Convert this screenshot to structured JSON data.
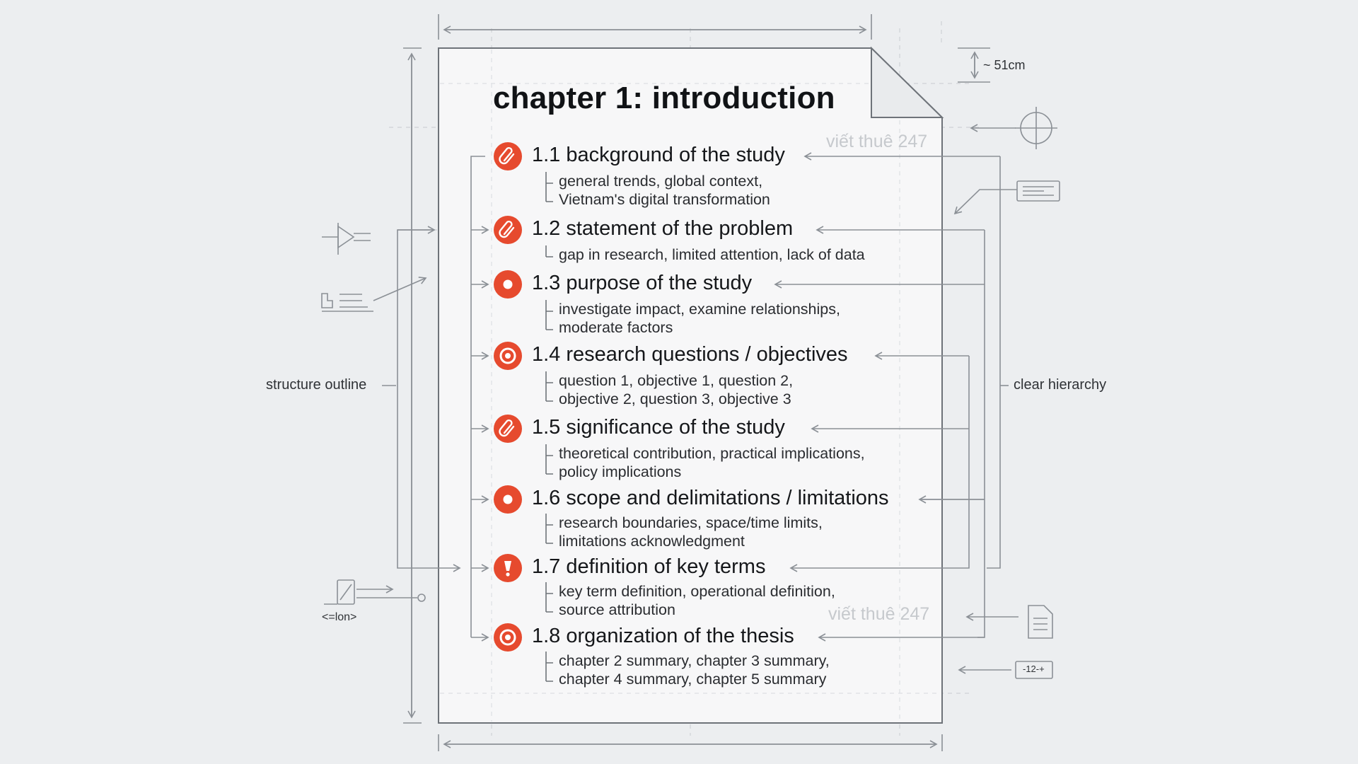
{
  "document": {
    "title": "chapter 1: introduction",
    "sections": [
      {
        "title": "1.1 background of the study",
        "lines": [
          "general trends,  global context,",
          "Vietnam's digital transformation"
        ],
        "icon": "paperclip-icon"
      },
      {
        "title": "1.2 statement of the problem",
        "lines": [
          "gap in research,  limited attention,  lack of data"
        ],
        "icon": "paperclip-icon"
      },
      {
        "title": "1.3 purpose of the study",
        "lines": [
          "investigate impact,  examine relationships,",
          "moderate factors"
        ],
        "icon": "dot-icon"
      },
      {
        "title": "1.4 research questions / objectives",
        "lines": [
          "question 1,   objective 1,   question 2,",
          "objective 2,  question 3,  objective 3"
        ],
        "icon": "target-icon"
      },
      {
        "title": "1.5 significance of the study",
        "lines": [
          "theoretical contribution,  practical implications,",
          "policy implications"
        ],
        "icon": "paperclip-icon"
      },
      {
        "title": "1.6 scope and delimitations / limitations",
        "lines": [
          "research boundaries,  space/time limits,",
          "limitations acknowledgment"
        ],
        "icon": "dot-icon"
      },
      {
        "title": "1.7 definition of key terms",
        "lines": [
          "key term definition,  operational definition,",
          "source attribution"
        ],
        "icon": "exclamation-icon"
      },
      {
        "title": "1.8 organization of the thesis",
        "lines": [
          "chapter 2 summary,     chapter 3 summary,",
          "chapter 4 summary,     chapter 5 summary"
        ],
        "icon": "target-icon"
      }
    ]
  },
  "annotations": {
    "left_label": "structure outline",
    "right_label": "clear hierarchy",
    "dimension_label": "~ 51cm",
    "icon_caption": "<=lon>",
    "counter_label": "-12-+"
  },
  "watermarks": [
    "viết thuê 247",
    "viết thuê 247"
  ],
  "colors": {
    "accent": "#e64a2e",
    "background": "#eceef0",
    "paper": "#f7f7f8",
    "line": "#8b9096"
  }
}
